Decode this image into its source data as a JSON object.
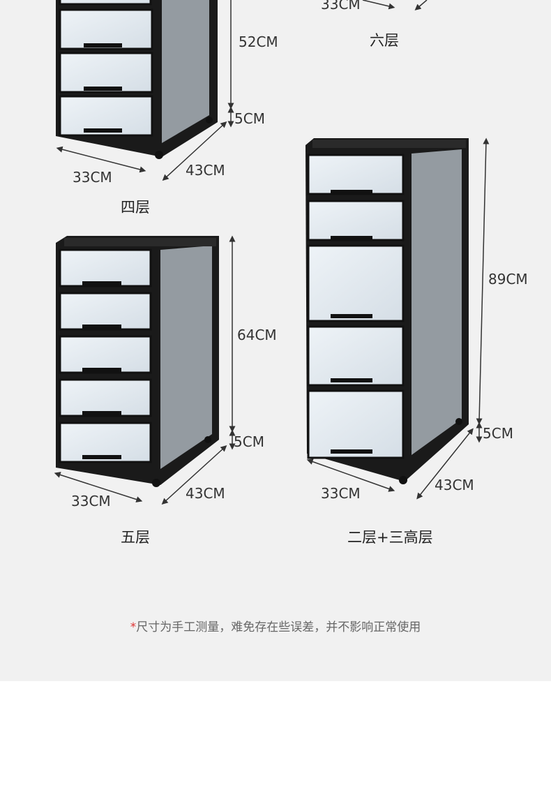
{
  "labels": {
    "four": "四层",
    "six": "六层",
    "five": "五层",
    "combo": "二层+三高层"
  },
  "dims": {
    "w33": "33CM",
    "d43": "43CM",
    "h52": "52CM",
    "h64": "64CM",
    "h89": "89CM",
    "wheel": "5CM"
  },
  "note": {
    "star": "*",
    "text": "尺寸为手工测量，难免存在些误差，并不影响正常使用"
  },
  "colors": {
    "frame": "#141414",
    "drawer": "#dfe7ee",
    "background": "#f1f1f1"
  }
}
